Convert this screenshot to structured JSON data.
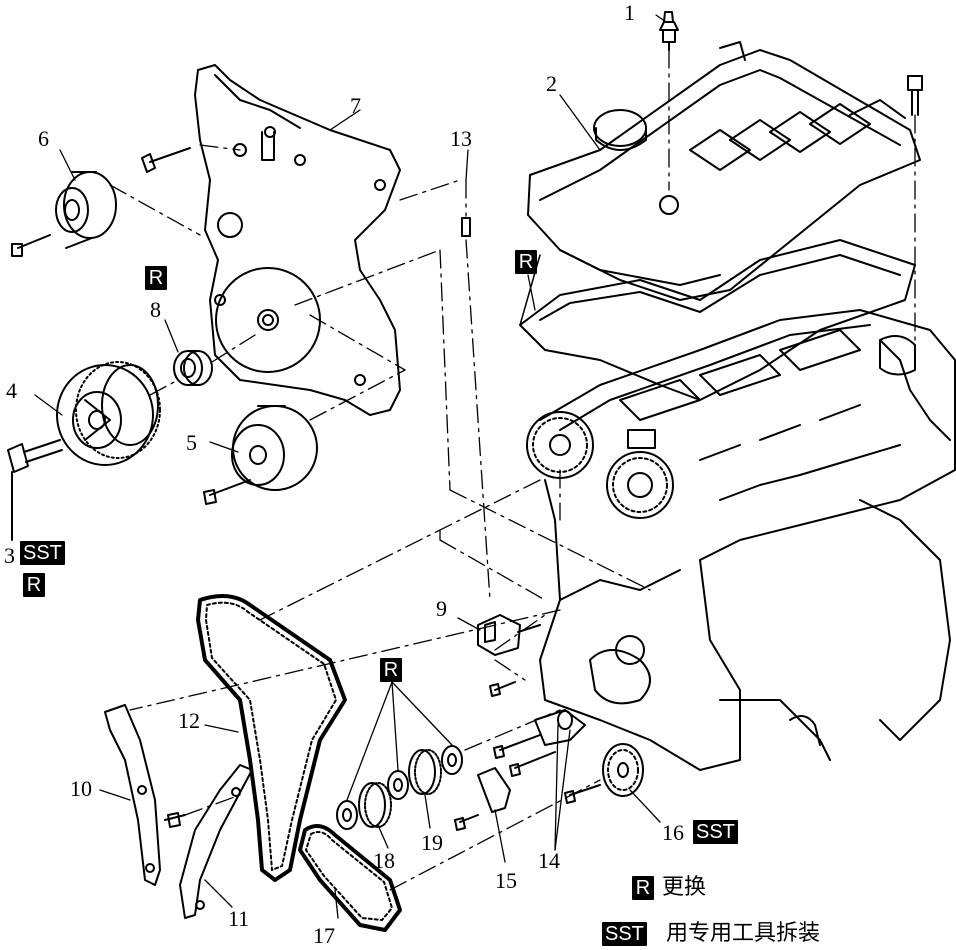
{
  "callouts": {
    "c1": "1",
    "c2": "2",
    "c3": "3",
    "c4": "4",
    "c5": "5",
    "c6": "6",
    "c7": "7",
    "c8": "8",
    "c9": "9",
    "c10": "10",
    "c11": "11",
    "c12": "12",
    "c13": "13",
    "c14": "14",
    "c15": "15",
    "c16": "16",
    "c17": "17",
    "c18": "18",
    "c19": "19"
  },
  "badges": {
    "r": "R",
    "sst": "SST"
  },
  "legend": {
    "r_symbol": "R",
    "r_text": "更换",
    "sst_symbol": "SST",
    "sst_text": "用专用工具拆装"
  }
}
